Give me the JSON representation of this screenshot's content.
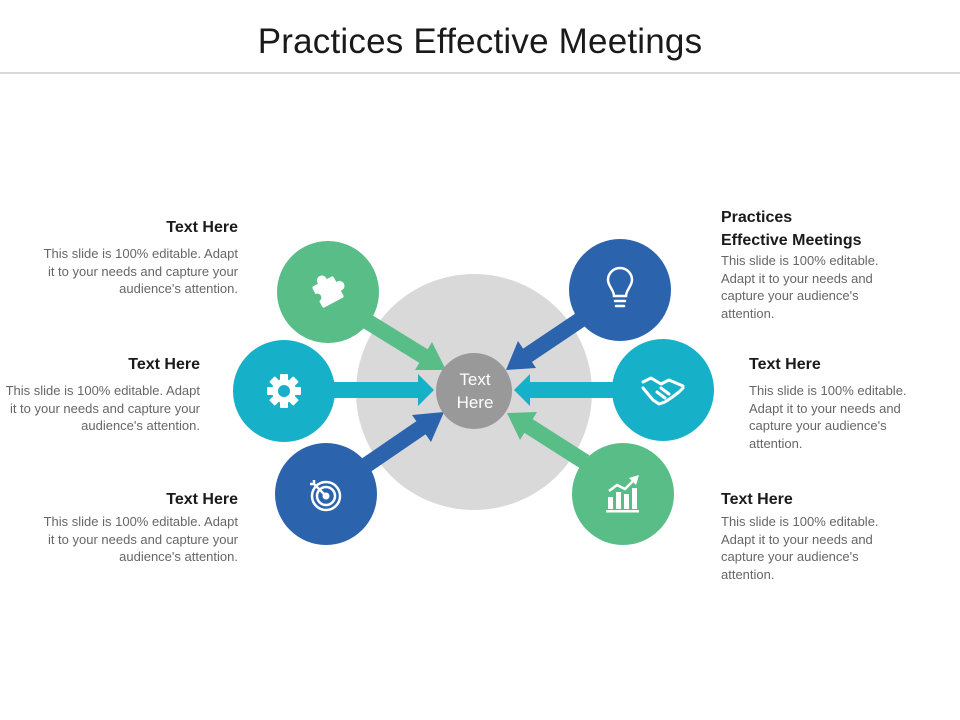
{
  "title": "Practices Effective Meetings",
  "hub_label_line1": "Text",
  "hub_label_line2": "Here",
  "colors": {
    "green": "#58bd86",
    "teal": "#16b0c8",
    "blue": "#2c63ad",
    "hub": "#999999",
    "ring": "#d9d9d9"
  },
  "nodes": [
    {
      "id": "top-left",
      "icon": "puzzle-icon",
      "color": "green"
    },
    {
      "id": "mid-left",
      "icon": "gear-icon",
      "color": "teal"
    },
    {
      "id": "bottom-left",
      "icon": "target-icon",
      "color": "blue"
    },
    {
      "id": "top-right",
      "icon": "lightbulb-icon",
      "color": "blue"
    },
    {
      "id": "mid-right",
      "icon": "handshake-icon",
      "color": "teal"
    },
    {
      "id": "bottom-right",
      "icon": "growth-chart-icon",
      "color": "green"
    }
  ],
  "blocks": {
    "top_left": {
      "heading": "Text Here",
      "body": "This slide is 100% editable. Adapt it to your needs and capture your audience's attention."
    },
    "mid_left": {
      "heading": "Text Here",
      "body": "This slide is 100% editable. Adapt it to your needs and capture your audience's attention."
    },
    "bottom_left": {
      "heading": "Text Here",
      "body": "This slide is 100% editable. Adapt it to your needs and capture your audience's attention."
    },
    "top_right": {
      "heading_line1": "Practices",
      "heading_line2": "Effective Meetings",
      "body": "This slide is 100% editable. Adapt it to your needs and capture your audience's attention."
    },
    "mid_right": {
      "heading": "Text Here",
      "body": "This slide is 100% editable. Adapt it to your needs and capture your audience's attention."
    },
    "bottom_right": {
      "heading": "Text Here",
      "body": "This slide is 100% editable. Adapt it to your needs and capture your audience's attention."
    }
  }
}
